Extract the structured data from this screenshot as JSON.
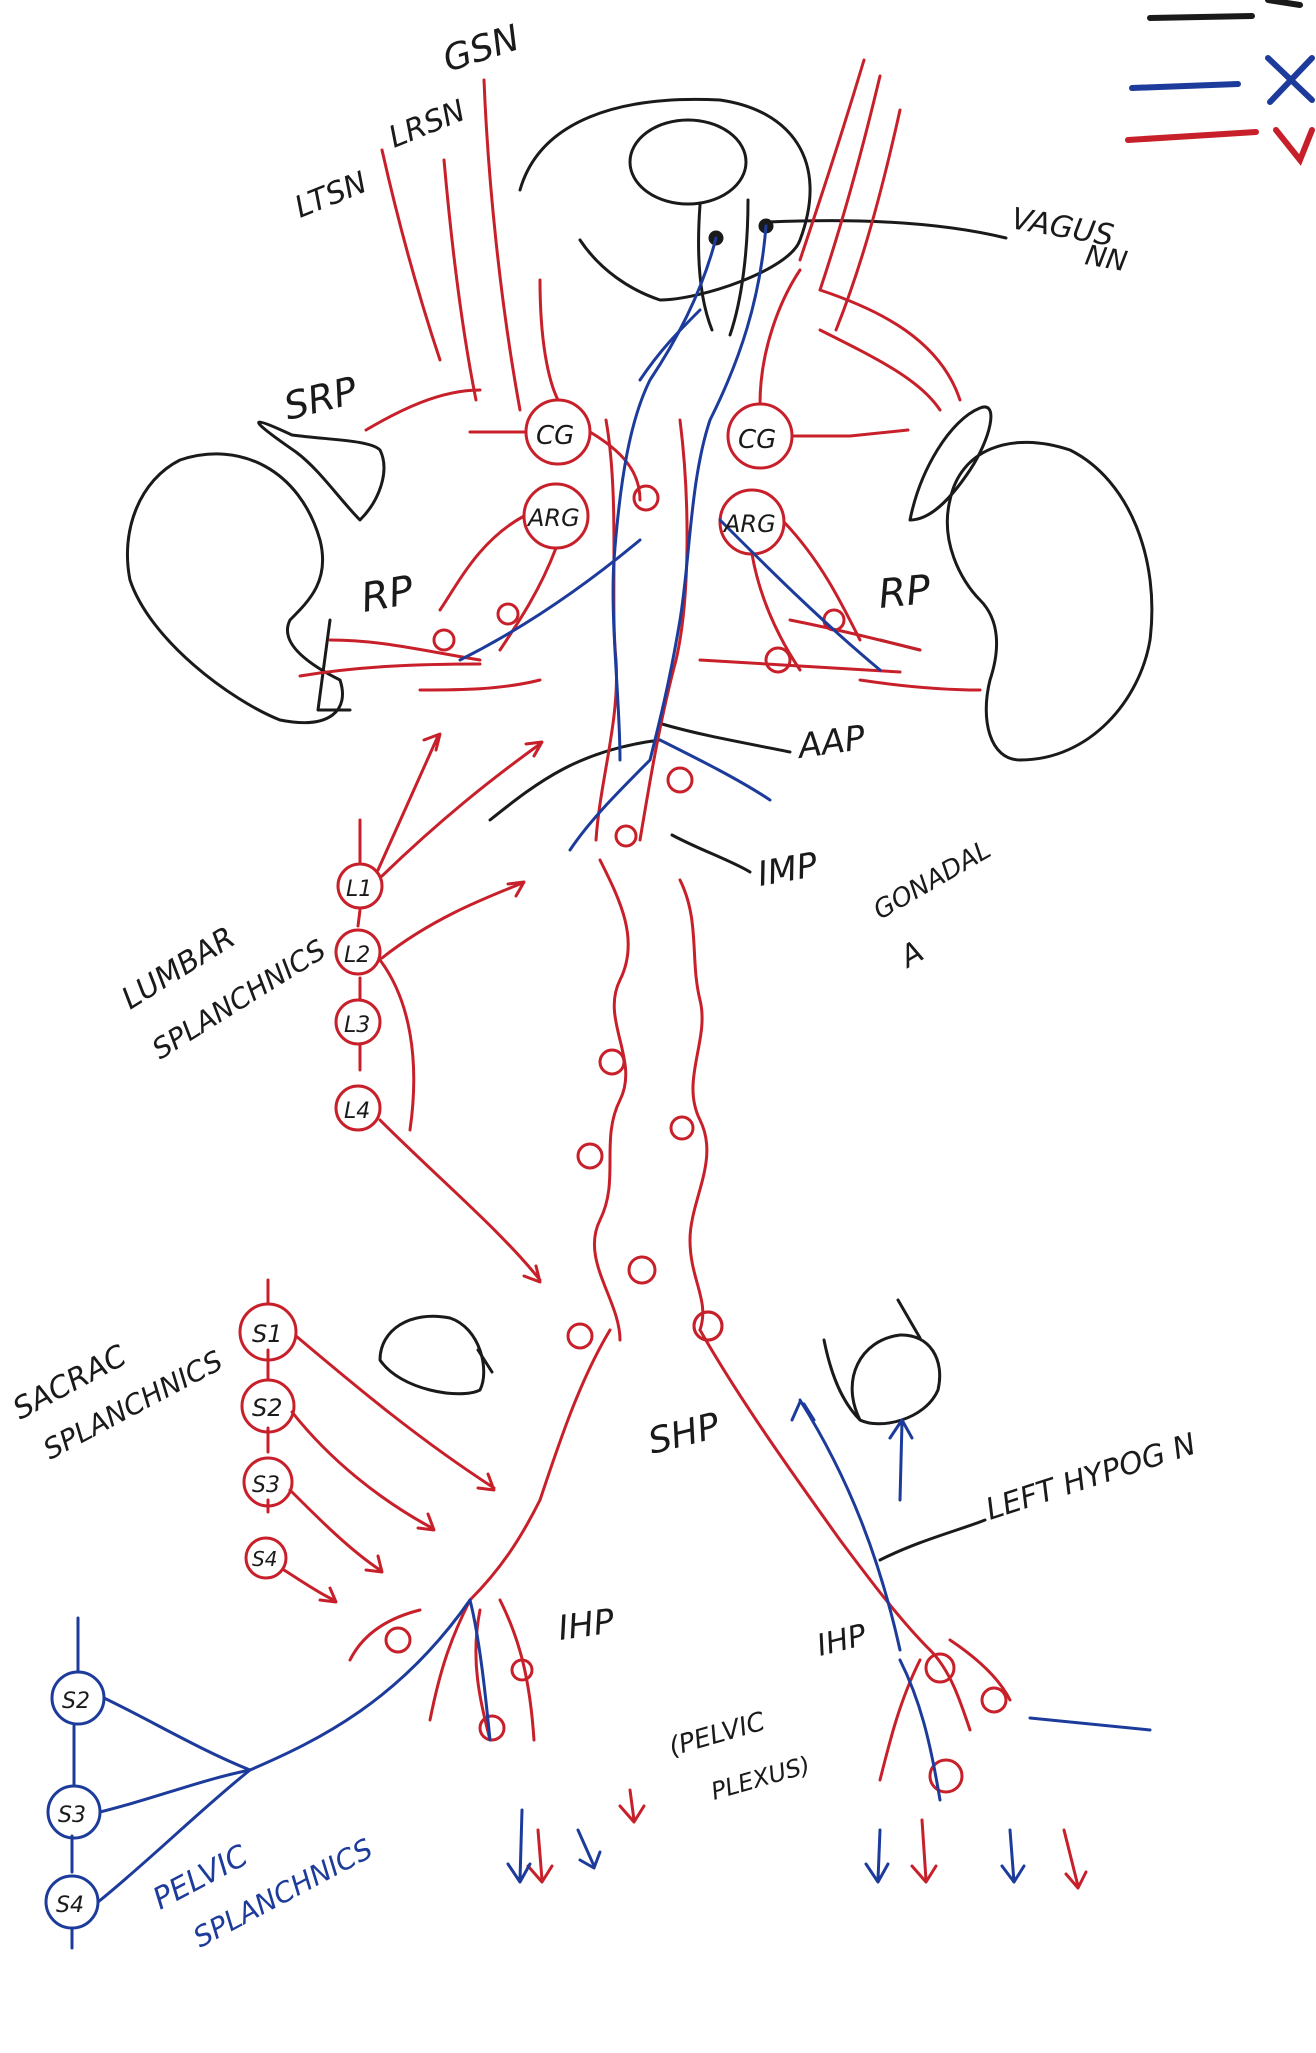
{
  "colors": {
    "ink": "#1a1a1a",
    "sympathetic": "#c8202a",
    "parasympathetic": "#1c3b9b"
  },
  "legend": {
    "row1": "",
    "row2": "",
    "row3": ""
  },
  "labels": {
    "gsn": "GSN",
    "ltsn": "LTSN",
    "lrsn": "LRSN",
    "vagus_1": "VAGUS",
    "vagus_2": "NN",
    "srp": "SRP",
    "cg_left": "CG",
    "cg_right": "CG",
    "arg_left": "ARG",
    "arg_right": "ARG",
    "rp_left": "RP",
    "rp_right": "RP",
    "aap": "AAP",
    "imp": "IMP",
    "gonadal_1": "GONADAL",
    "gonadal_2": "A",
    "lumbar_1": "LUMBAR",
    "lumbar_2": "SPLANCHNICS",
    "l1": "L1",
    "l2": "L2",
    "l3": "L3",
    "l4": "L4",
    "sacral_1": "SACRAC",
    "sacral_2": "SPLANCHNICS",
    "s1": "S1",
    "s2": "S2",
    "s3": "S3",
    "s4": "S4",
    "shp": "SHP",
    "left_hypog": "LEFT HYPOG N",
    "ihp_left": "IHP",
    "ihp_right": "IHP",
    "pelvic_plexus_1": "(PELVIC",
    "pelvic_plexus_2": "PLEXUS)",
    "ps_s2": "S2",
    "ps_s3": "S3",
    "ps_s4": "S4",
    "pelvic_spl_1": "PELVIC",
    "pelvic_spl_2": "SPLANCHNICS"
  }
}
